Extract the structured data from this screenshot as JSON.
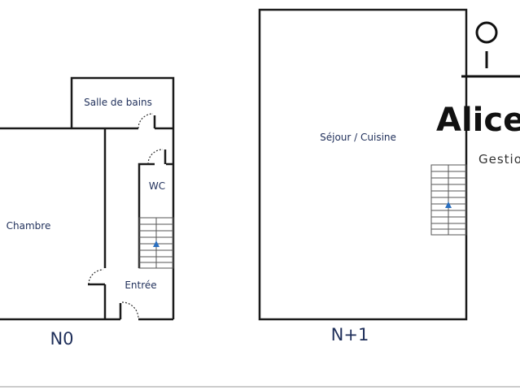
{
  "plan": {
    "level_0": {
      "label": "N0",
      "rooms": [
        "Salle de bains",
        "WC",
        "Chambre",
        "Entrée"
      ]
    },
    "level_1": {
      "label": "N+1",
      "rooms": [
        "Séjour / Cuisine"
      ]
    }
  },
  "watermark": {
    "brand": "Alice",
    "tagline": "Gestio"
  },
  "colors": {
    "text": "#1f2f5a",
    "stair_arrow": "#2a6fc0",
    "wall": "#1a1a1a"
  }
}
